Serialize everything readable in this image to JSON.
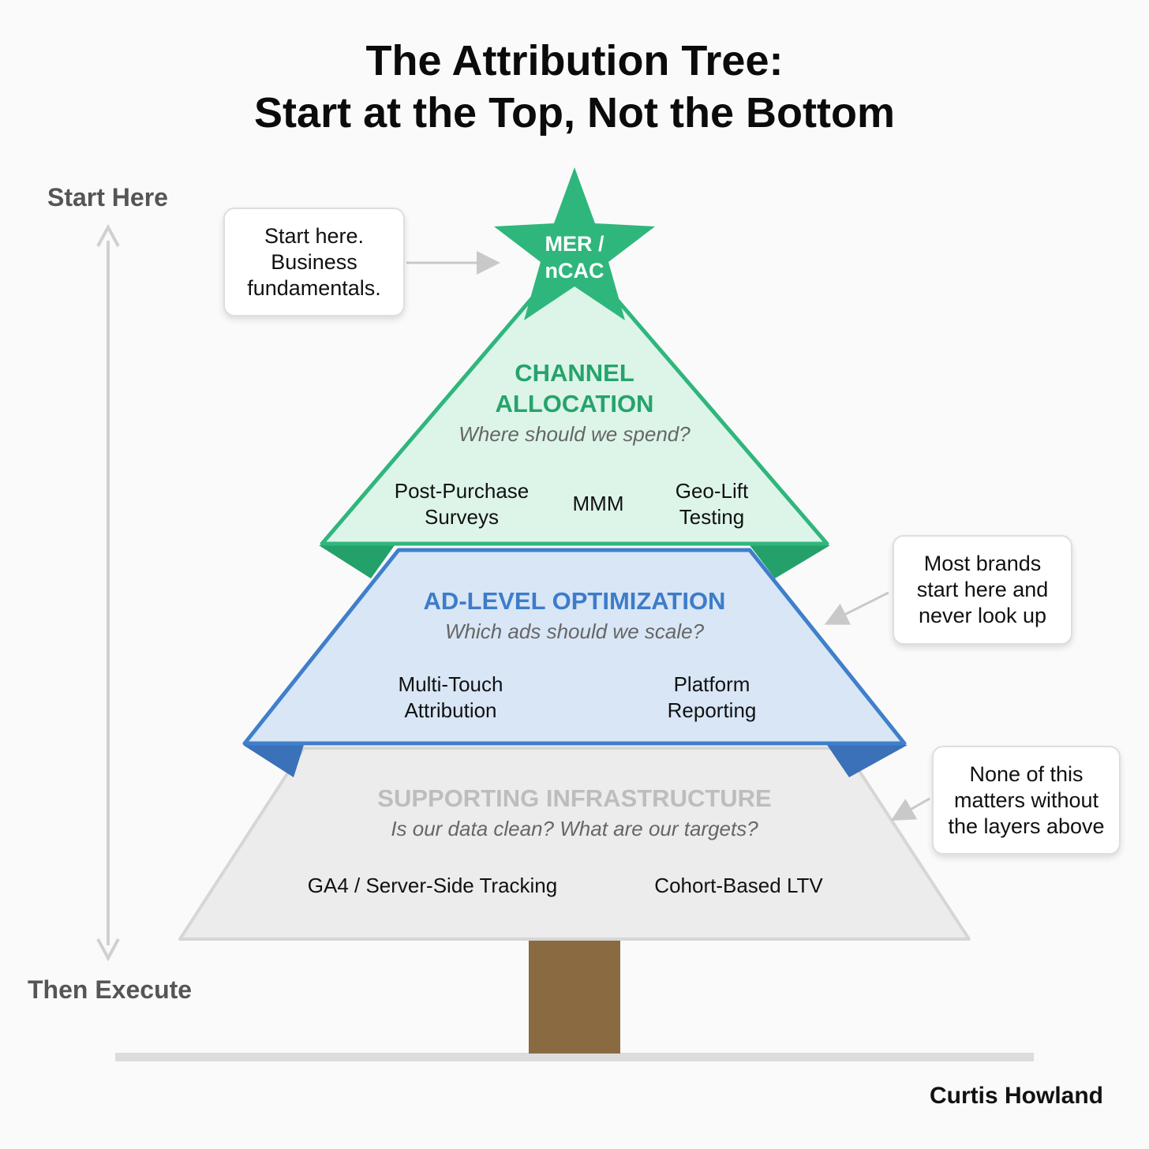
{
  "title": {
    "line1": "The Attribution Tree:",
    "line2": "Start at the Top, Not the Bottom"
  },
  "axis": {
    "top_label": "Start Here",
    "bottom_label": "Then Execute"
  },
  "star": {
    "line1": "MER /",
    "line2": "nCAC"
  },
  "tiers": [
    {
      "title_lines": [
        "CHANNEL",
        "ALLOCATION"
      ],
      "question": "Where should we spend?",
      "tools": [
        {
          "lines": [
            "Post-Purchase",
            "Surveys"
          ]
        },
        {
          "lines": [
            "MMM"
          ]
        },
        {
          "lines": [
            "Geo-Lift",
            "Testing"
          ]
        }
      ]
    },
    {
      "title_lines": [
        "AD-LEVEL OPTIMIZATION"
      ],
      "question": "Which ads should we scale?",
      "tools": [
        {
          "lines": [
            "Multi-Touch",
            "Attribution"
          ]
        },
        {
          "lines": [
            "Platform",
            "Reporting"
          ]
        }
      ]
    },
    {
      "title_lines": [
        "SUPPORTING INFRASTRUCTURE"
      ],
      "question": "Is our data clean? What are our targets?",
      "tools": [
        {
          "lines": [
            "GA4 / Server-Side Tracking"
          ]
        },
        {
          "lines": [
            "Cohort-Based LTV"
          ]
        }
      ]
    }
  ],
  "callouts": {
    "top": [
      "Start here.",
      "Business",
      "fundamentals."
    ],
    "middle": [
      "Most brands",
      "start here and",
      "never look up"
    ],
    "bottom": [
      "None of this",
      "matters without",
      "the layers above"
    ]
  },
  "author": "Curtis Howland",
  "colors": {
    "green": "#2fb67c",
    "green_fill": "#dcf5e8",
    "green_text": "#26a36b",
    "blue": "#3f7fcb",
    "blue_fill": "#d8e6f6",
    "blue_text": "#3d7cc9",
    "gray_fill": "#ececec",
    "gray_text": "#bdbdbd",
    "trunk": "#8a6a40"
  }
}
